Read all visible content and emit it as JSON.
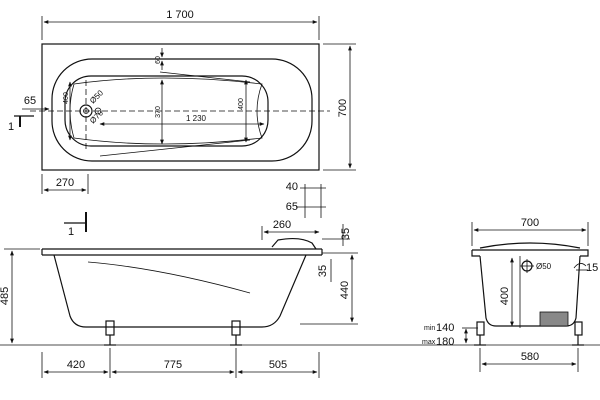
{
  "top_view": {
    "overall_length": "1 700",
    "overall_width": "700",
    "rim_offset": "65",
    "drain_offset": "270",
    "inner_width_end": "400",
    "inner_width_mid": "370",
    "inner_width_head": "400",
    "inner_length": "1 230",
    "rim_top": "60",
    "drain_diameter": "Ø50",
    "overflow_diameter": "Ø70",
    "section_marker": "1"
  },
  "side_view": {
    "dim_40": "40",
    "dim_65": "65",
    "dim_260": "260",
    "dim_35_top": "35",
    "dim_35_mid": "35",
    "height_total": "485",
    "depth": "440",
    "leg_pos_1": "420",
    "leg_spacing": "775",
    "leg_pos_2": "505",
    "section_marker": "1"
  },
  "section_view": {
    "width": "700",
    "depth": "400",
    "leg_span": "580",
    "wall_angle": "15",
    "overflow_diameter": "Ø50",
    "feet_min_label": "min",
    "feet_min": "140",
    "feet_max_label": "max",
    "feet_max": "180"
  }
}
